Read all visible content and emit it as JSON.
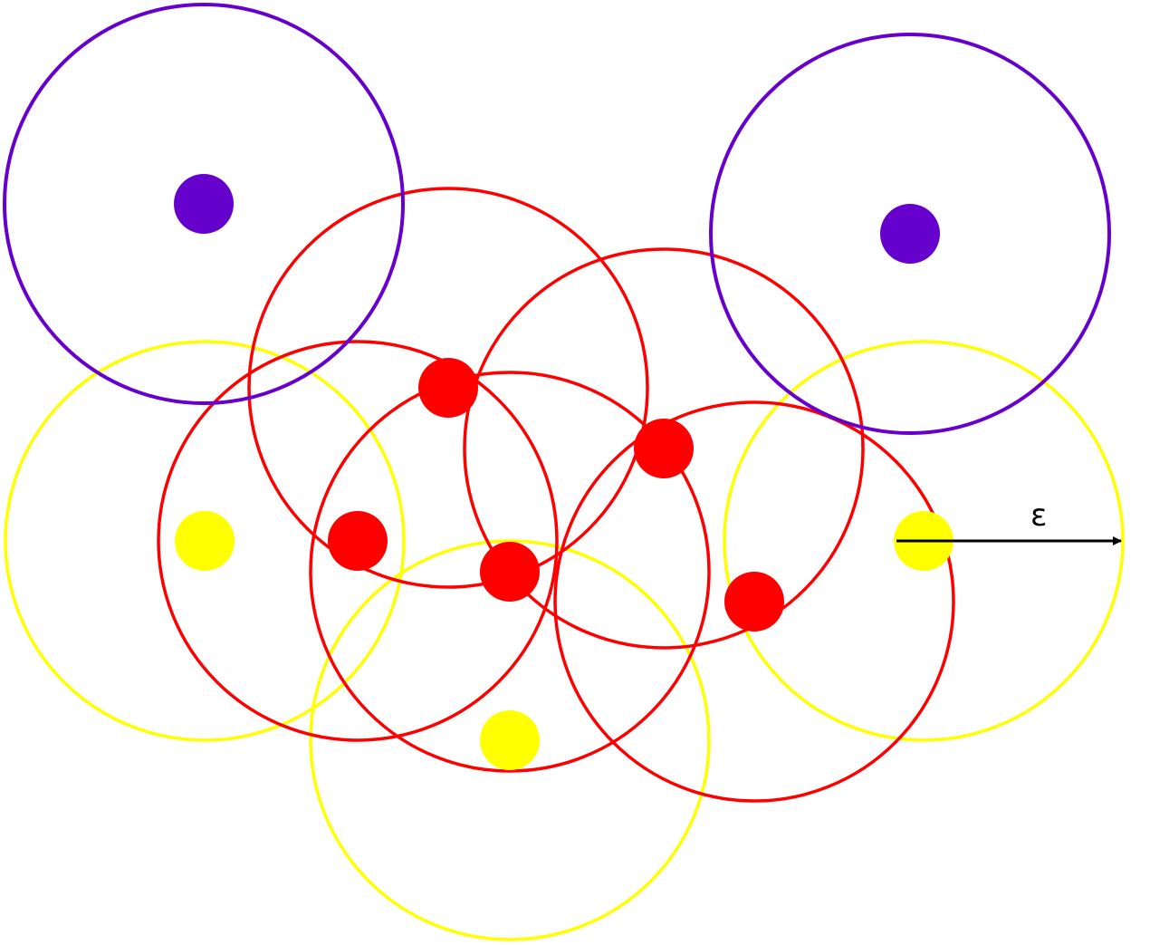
{
  "diagram": {
    "epsilon_label": "ε",
    "colors": {
      "noise": "#6600cc",
      "core": "#ff0000",
      "border": "#ffff00",
      "arrow": "#000000"
    },
    "points": [
      {
        "type": "noise"
      },
      {
        "type": "noise"
      },
      {
        "type": "border"
      },
      {
        "type": "border"
      },
      {
        "type": "border"
      },
      {
        "type": "core"
      },
      {
        "type": "core"
      },
      {
        "type": "core"
      },
      {
        "type": "core"
      },
      {
        "type": "core"
      }
    ]
  }
}
